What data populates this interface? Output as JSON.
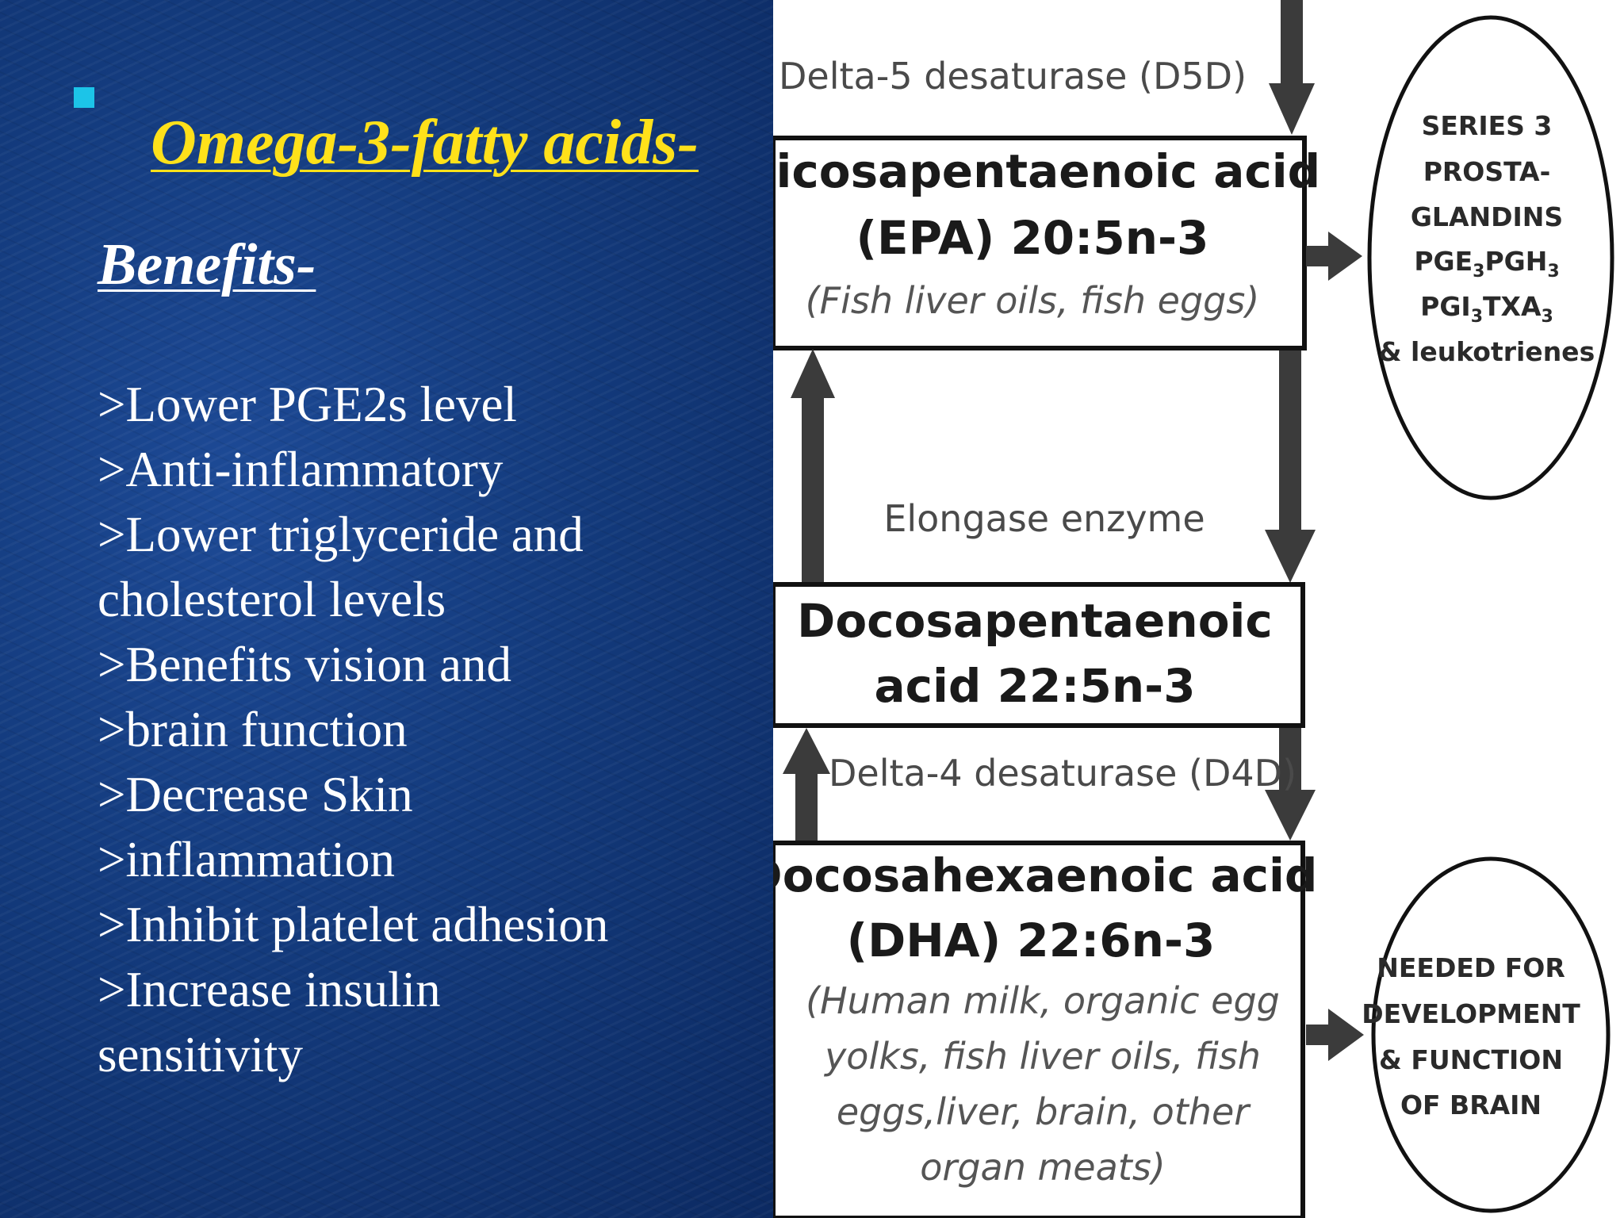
{
  "slide": {
    "title": "Omega-3-fatty acids-",
    "subtitle": "Benefits-",
    "benefits": [
      ">Lower PGE2s level",
      ">Anti-inflammatory",
      ">Lower triglyceride and",
      "cholesterol levels",
      ">Benefits vision and",
      ">brain function",
      ">Decrease Skin",
      ">inflammation",
      ">Inhibit platelet adhesion",
      ">Increase insulin",
      "sensitivity"
    ]
  },
  "diagram": {
    "enzyme_d5d": "Delta-5 desaturase (D5D)",
    "epa": {
      "line1": "Eicosapentaenoic acid",
      "line2": "(EPA) 20:5n-3",
      "source": "(Fish liver oils, fish eggs)"
    },
    "series3": {
      "line1": "SERIES 3",
      "line2": "PROSTA-",
      "line3": "GLANDINS",
      "line4_a": "PGE",
      "line4_b": "3",
      "line4_c": "PGH",
      "line4_d": "3",
      "line5_a": "PGI",
      "line5_b": "3",
      "line5_c": "TXA",
      "line5_d": "3",
      "line6": "& leukotrienes"
    },
    "enzyme_elongase": "Elongase enzyme",
    "dpa": {
      "line1": "Docosapentaenoic",
      "line2": "acid 22:5n-3"
    },
    "enzyme_d4d": "Delta-4 desaturase (D4D)",
    "dha": {
      "line1": "Docosahexaenoic acid",
      "line2": "(DHA) 22:6n-3",
      "source1": "(Human milk, organic egg",
      "source2": "yolks, fish liver oils, fish",
      "source3": "eggs,liver, brain, other",
      "source4": "organ meats)"
    },
    "brain": {
      "line1": "NEEDED FOR",
      "line2": "DEVELOPMENT",
      "line3": "& FUNCTION",
      "line4": "OF BRAIN"
    }
  }
}
